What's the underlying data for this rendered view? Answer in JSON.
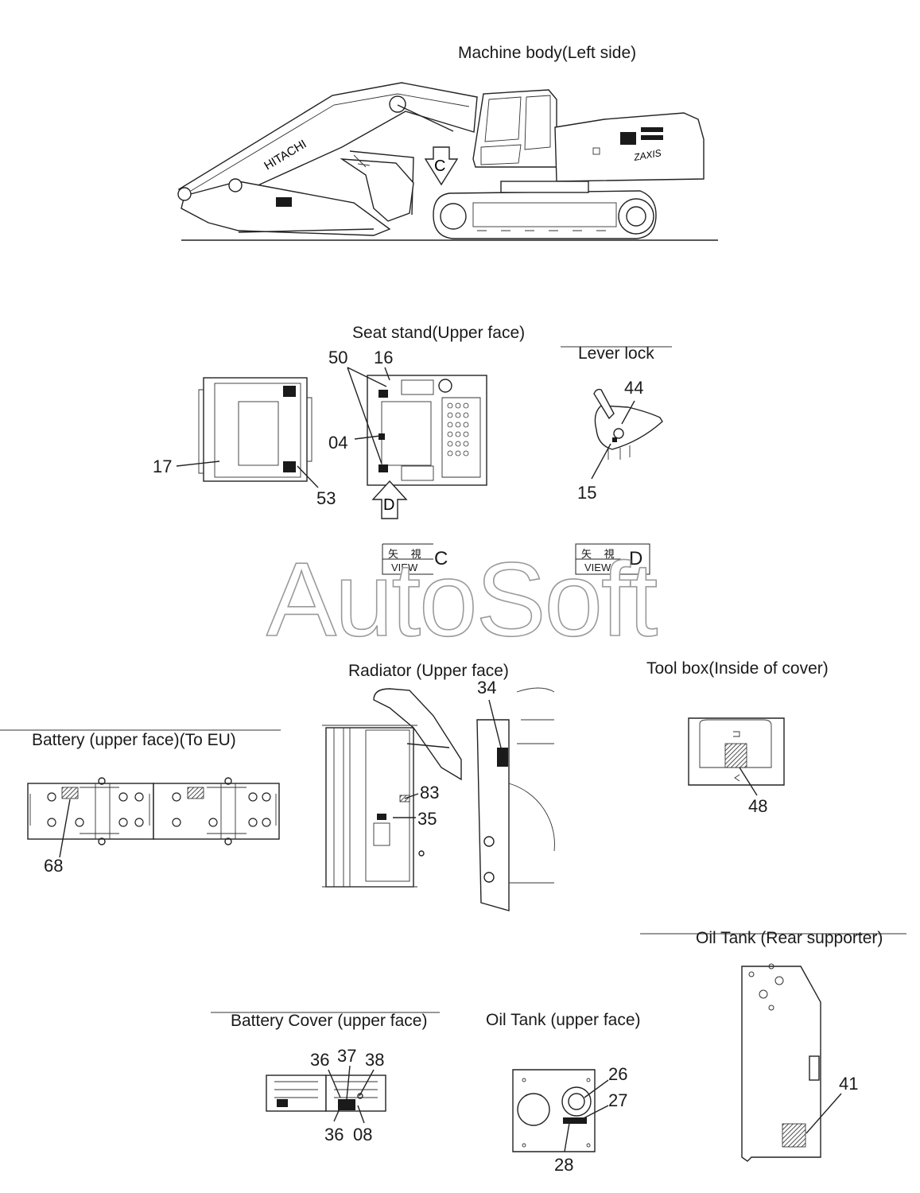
{
  "titles": {
    "machine_body": "Machine body(Left side)",
    "seat_stand": "Seat stand(Upper face)",
    "lever_lock": "Lever lock",
    "radiator": "Radiator (Upper face)",
    "tool_box": "Tool box(Inside of cover)",
    "battery": "Battery (upper face)(To EU)",
    "oil_tank_rear": "Oil Tank (Rear supporter)",
    "battery_cover": "Battery Cover (upper face)",
    "oil_tank_upper": "Oil Tank (upper face)"
  },
  "machine_body": {
    "boom_text": "HITACHI",
    "model_text": "ZAXIS",
    "view_arrow": "C"
  },
  "seat_stand": {
    "numbers": [
      "50",
      "16",
      "04",
      "17",
      "53"
    ],
    "view_arrow": "D"
  },
  "lever_lock": {
    "numbers": [
      "44",
      "15"
    ]
  },
  "view_labels": [
    {
      "jp": "矢 視",
      "en": "VIEW",
      "letter": "C"
    },
    {
      "jp": "矢 視",
      "en": "VIEW",
      "letter": "D"
    }
  ],
  "watermark": "AutoSoft",
  "radiator": {
    "numbers": [
      "34",
      "83",
      "35"
    ]
  },
  "tool_box": {
    "numbers": [
      "48"
    ]
  },
  "battery": {
    "numbers": [
      "68"
    ]
  },
  "oil_tank_rear": {
    "numbers": [
      "41"
    ]
  },
  "battery_cover": {
    "numbers_top": [
      "36",
      "37",
      "38"
    ],
    "numbers_bottom": [
      "36",
      "08"
    ]
  },
  "oil_tank_upper": {
    "numbers": [
      "26",
      "27",
      "28"
    ]
  }
}
